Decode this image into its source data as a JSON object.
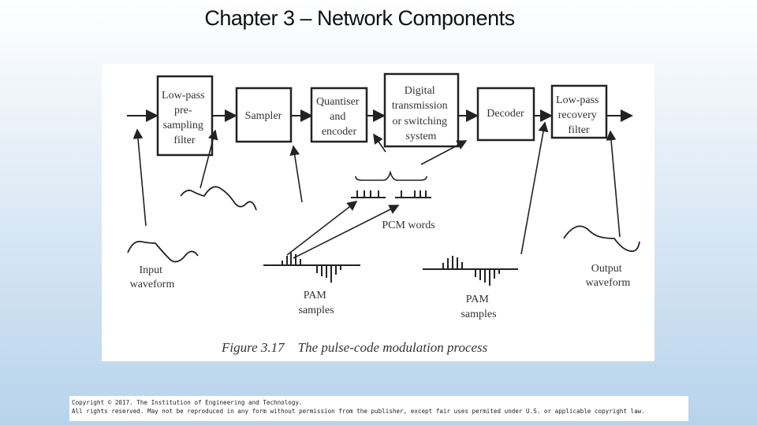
{
  "slide": {
    "title": "Chapter 3 – Network Components"
  },
  "figure": {
    "blocks": {
      "lowpass_pre": [
        "Low-pass",
        "pre-",
        "sampling",
        "filter"
      ],
      "sampler": [
        "Sampler"
      ],
      "quantiser": [
        "Quantiser",
        "and",
        "encoder"
      ],
      "digital": [
        "Digital",
        "transmission",
        "or switching",
        "system"
      ],
      "decoder": [
        "Decoder"
      ],
      "lowpass_recovery": [
        "Low-pass",
        "recovery",
        "filter"
      ]
    },
    "labels": {
      "pcm_words": "PCM words",
      "input_waveform": [
        "Input",
        "waveform"
      ],
      "output_waveform": [
        "Output",
        "waveform"
      ],
      "pam_samples_left": [
        "PAM",
        "samples"
      ],
      "pam_samples_right": [
        "PAM",
        "samples"
      ]
    },
    "caption": "Figure 3.17    The pulse-code modulation process"
  },
  "copyright": {
    "line1": "Copyright © 2017. The Institution of Engineering and Technology.",
    "line2": "All rights reserved. May not be reproduced in any form without permission from the publisher, except fair uses permited under U.S. or applicable copyright law."
  }
}
